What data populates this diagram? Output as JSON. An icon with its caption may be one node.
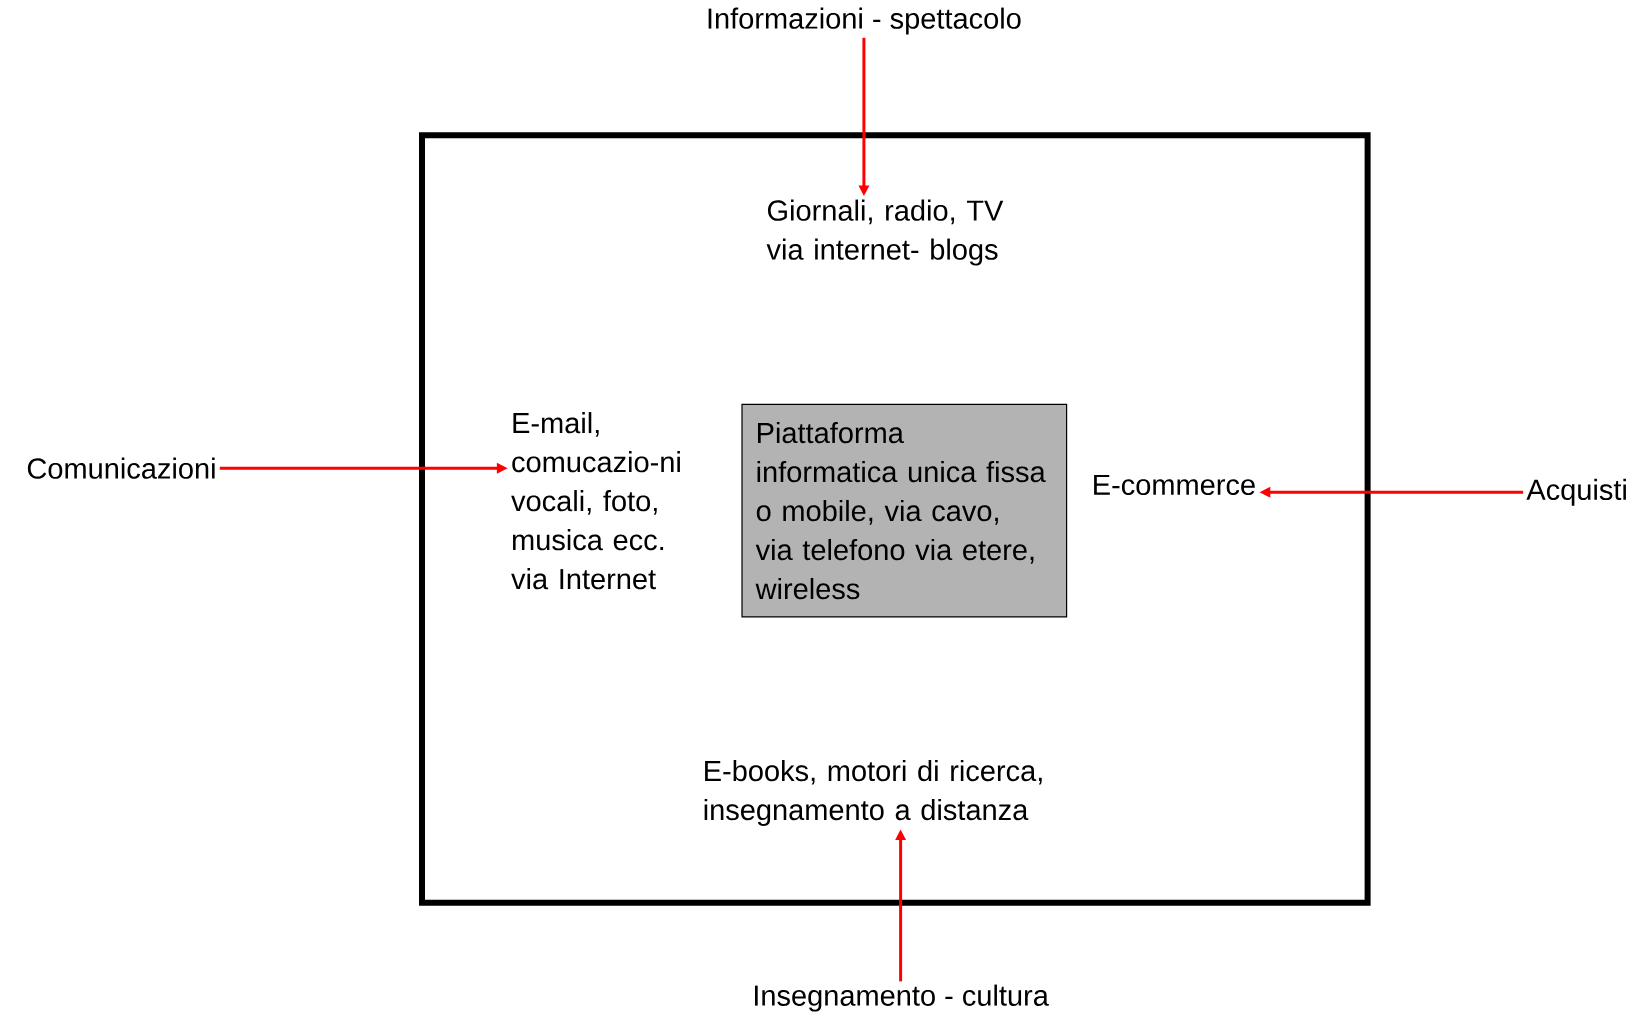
{
  "diagram": {
    "nodes": [
      {
        "text": [],
        "shape": "box"
      },
      {
        "text": [
          "Informazioni - spettacolo"
        ]
      },
      {
        "text": [
          "Giornali, radio, TV via internet- blogs"
        ],
        "in": 0
      },
      {
        "text": [
          "Comunicazioni"
        ]
      },
      {
        "text": [
          "E-mail, comucazio-ni vocali, foto, musica ecc. via Internet"
        ],
        "in": 0
      },
      {
        "text": [
          "Piattaforma informatica unica fissa o mobile, via cavo, via telefono via etere, wireless"
        ],
        "in": 0
      },
      {
        "text": [
          "E-commerce"
        ],
        "in": 0
      },
      {
        "text": [
          "Acquisti"
        ]
      },
      {
        "text": [
          "E-books, motori di ricerca, insegnamento a distanza"
        ],
        "in": 0
      },
      {
        "text": [
          "Insegnamento - cultura"
        ]
      }
    ],
    "edges": [
      {
        "from": 1,
        "to": 2,
        "arrow": "to"
      },
      {
        "from": 3,
        "to": 4,
        "arrow": "to"
      },
      {
        "from": 7,
        "to": 6,
        "arrow": "to"
      },
      {
        "from": 9,
        "to": 8,
        "arrow": "to"
      }
    ]
  }
}
